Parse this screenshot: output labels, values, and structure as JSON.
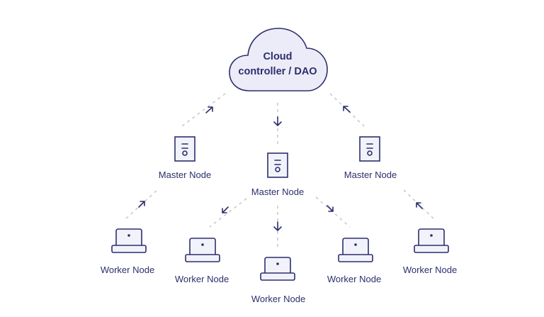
{
  "colors": {
    "primary": "#2c2f6b",
    "cloud_fill": "#ececf8",
    "icon_fill": "#f2f2fb",
    "connector": "#c9c9d2",
    "background": "#ffffff"
  },
  "cloud": {
    "icon": "cloud-icon",
    "line1": "Cloud",
    "line2": "controller / DAO"
  },
  "master_nodes": [
    {
      "label": "Master Node",
      "icon": "server-icon"
    },
    {
      "label": "Master Node",
      "icon": "server-icon"
    },
    {
      "label": "Master Node",
      "icon": "server-icon"
    }
  ],
  "worker_nodes": [
    {
      "label": "Worker Node",
      "icon": "laptop-icon"
    },
    {
      "label": "Worker Node",
      "icon": "laptop-icon"
    },
    {
      "label": "Worker Node",
      "icon": "laptop-icon"
    },
    {
      "label": "Worker Node",
      "icon": "laptop-icon"
    },
    {
      "label": "Worker Node",
      "icon": "laptop-icon"
    }
  ],
  "connections": [
    {
      "from": "master_nodes.0",
      "to": "cloud",
      "direction": "up"
    },
    {
      "from": "cloud",
      "to": "master_nodes.1",
      "direction": "down"
    },
    {
      "from": "master_nodes.2",
      "to": "cloud",
      "direction": "up"
    },
    {
      "from": "worker_nodes.0",
      "to": "master_nodes.0",
      "direction": "up"
    },
    {
      "from": "master_nodes.1",
      "to": "worker_nodes.1",
      "direction": "down"
    },
    {
      "from": "master_nodes.1",
      "to": "worker_nodes.2",
      "direction": "down"
    },
    {
      "from": "master_nodes.1",
      "to": "worker_nodes.3",
      "direction": "down"
    },
    {
      "from": "worker_nodes.4",
      "to": "master_nodes.2",
      "direction": "up"
    }
  ]
}
